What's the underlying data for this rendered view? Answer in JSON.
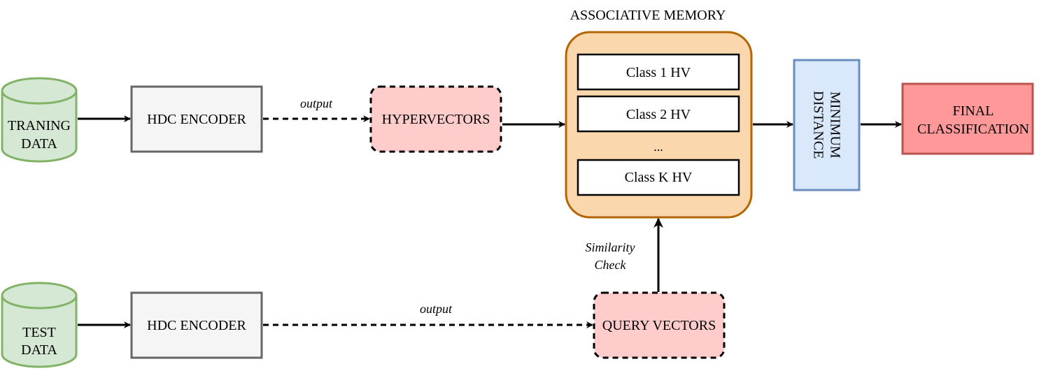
{
  "sources": {
    "training": {
      "label_line1": "TRANING",
      "label_line2": "DATA",
      "fill": "#d5e8d4",
      "stroke": "#82b366"
    },
    "test": {
      "label_line1": "TEST",
      "label_line2": "DATA",
      "fill": "#d5e8d4",
      "stroke": "#82b366"
    }
  },
  "encoders": {
    "top": {
      "label": "HDC ENCODER"
    },
    "bottom": {
      "label": "HDC ENCODER"
    },
    "fill": "#f5f5f5",
    "stroke": "#666666"
  },
  "hypervectors": {
    "label": "HYPERVECTORS",
    "fill": "#ffcccc"
  },
  "query_vectors": {
    "label": "QUERY VECTORS",
    "fill": "#ffcccc"
  },
  "associative_memory": {
    "title": "ASSOCIATIVE MEMORY",
    "fill": "#fad7ac",
    "stroke": "#b46504",
    "classes": [
      "Class 1 HV",
      "Class 2 HV",
      "...",
      "Class K HV"
    ]
  },
  "minimum_distance": {
    "label": "MINIMUM DISTANCE",
    "fill": "#dae8fc",
    "stroke": "#6c8ebf"
  },
  "final_classification": {
    "label_line1": "FINAL",
    "label_line2": "CLASSIFICATION",
    "fill": "#ff9999",
    "stroke": "#b85450"
  },
  "edge_labels": {
    "top_output": "output",
    "bottom_output": "output",
    "similarity_line1": "Similarity",
    "similarity_line2": "Check"
  }
}
